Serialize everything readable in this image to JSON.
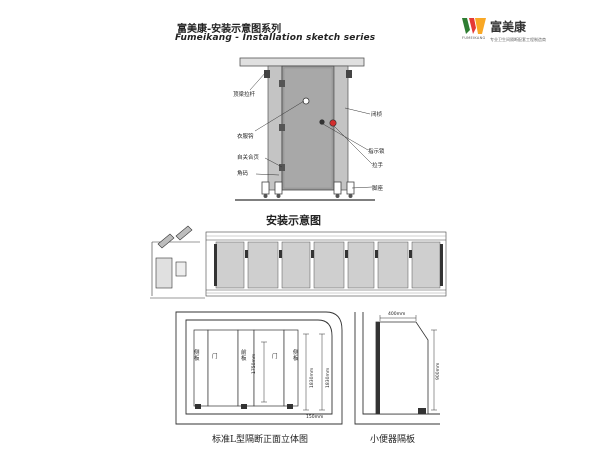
{
  "header": {
    "title_cn": "富美康-安装示意图系列",
    "title_en": "Fumeikang - Installation sketch series"
  },
  "brand": {
    "name": "富美康",
    "name_en": "FUMEIKANG",
    "slogan": "专业卫生间隔断配套工程制造商",
    "mark_colors": [
      "#2e7d32",
      "#e53935",
      "#f9a825"
    ]
  },
  "top_diagram": {
    "labels": {
      "top_rail": "顶梁拉杆",
      "hook": "衣服钩",
      "self_close_hinge": "自关合页",
      "corner_code": "角码",
      "door_frame": "闭桢",
      "indicator_lock": "指示锁",
      "handle": "拉手",
      "foot": "脚座"
    }
  },
  "middle": {
    "heading": "安装示意图"
  },
  "bottom_left": {
    "caption": "标准L型隔断正面立体图",
    "labels": {
      "side_panel_a": "侧板",
      "door_a": "门",
      "front_panel": "前板",
      "door_b": "门",
      "side_panel_b": "侧板"
    },
    "dims": {
      "h1": "1750mm",
      "h2": "1830mm",
      "h3": "1830mm",
      "bottom": "150mm"
    }
  },
  "bottom_right": {
    "caption": "小便器隔板",
    "dims": {
      "width": "400mm",
      "height": "900mm"
    }
  }
}
